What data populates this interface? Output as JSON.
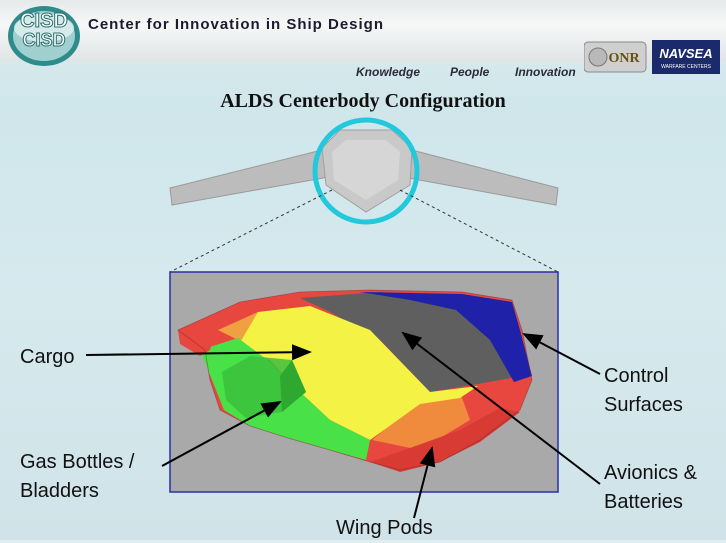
{
  "header": {
    "logo_text": "CISD",
    "org_title": "Center for Innovation in Ship Design",
    "taglines": [
      "Knowledge",
      "People",
      "Innovation"
    ],
    "partner_logos": [
      "ONR",
      "NAVSEA"
    ],
    "navsea_sub": "WARFARE CENTERS"
  },
  "slide": {
    "title": "ALDS Centerbody Configuration"
  },
  "labels": {
    "cargo": "Cargo",
    "gas_line1": "Gas Bottles /",
    "gas_line2": "Bladders",
    "control_line1": "Control",
    "control_line2": "Surfaces",
    "avionics_line1": "Avionics &",
    "avionics_line2": "Batteries",
    "wing_pods": "Wing Pods"
  },
  "colors": {
    "highlight_circle": "#22c8dc",
    "panel_bg": "#a9a9a9",
    "panel_border": "#2b2fa8",
    "cargo_yellow": "#f4f244",
    "gas_green": "#48e148",
    "control_blue": "#1f22a8",
    "wing_pod_red": "#e8473f",
    "avionics_gray": "#5f5f5f",
    "orange": "#f0a040"
  }
}
